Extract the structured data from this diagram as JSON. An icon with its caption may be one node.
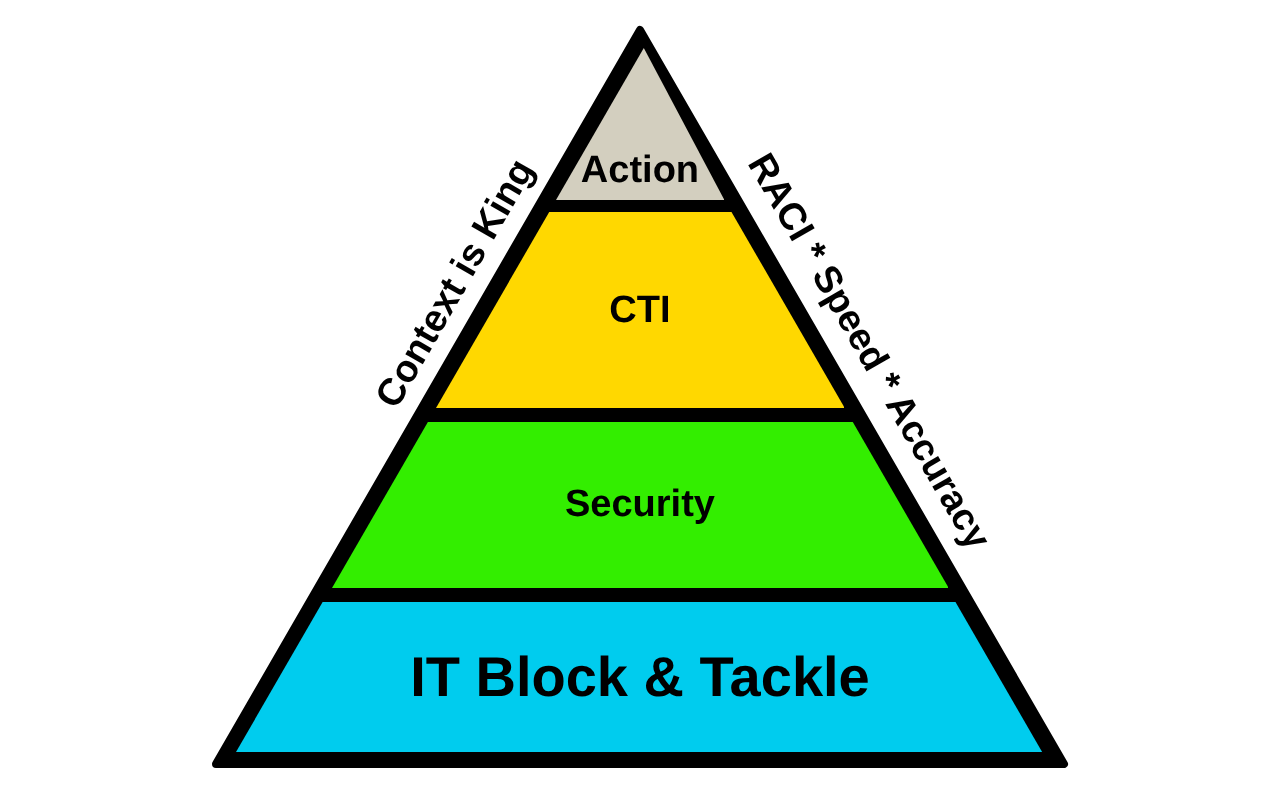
{
  "diagram": {
    "nodes": [
      {
        "text": [
          "Action"
        ]
      },
      {
        "text": [
          "CTI"
        ]
      },
      {
        "text": [
          "Security"
        ]
      },
      {
        "text": [
          "IT Block & Tackle"
        ]
      }
    ],
    "labels": [
      "Context is King",
      "RACI * Speed * Accuracy"
    ]
  }
}
